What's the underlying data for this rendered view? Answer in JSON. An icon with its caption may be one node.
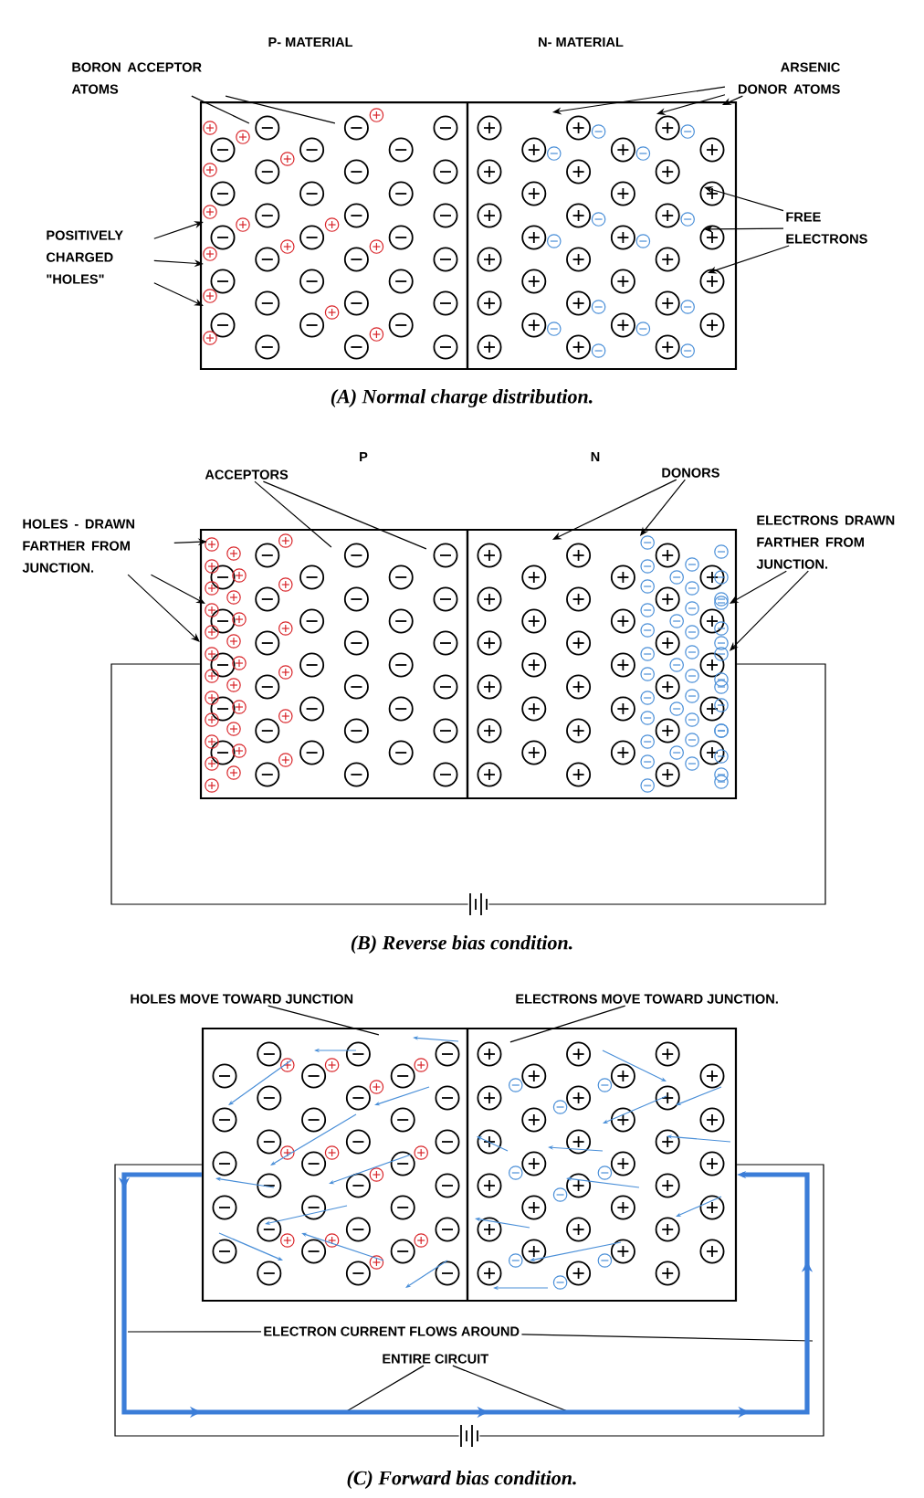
{
  "diagram": {
    "nodes": [
      {
        "text": [
          "P- MATERIAL"
        ]
      },
      {
        "text": [
          "N- MATERIAL"
        ]
      },
      {
        "text": [
          "BORON ACCEPTOR ATOMS"
        ]
      },
      {
        "text": [
          "ARSENIC DONOR ATOMS"
        ]
      },
      {
        "text": [
          "POSITIVELY CHARGED \"HOLES\""
        ]
      },
      {
        "text": [
          "FREE ELECTRONS"
        ]
      },
      {
        "text": [],
        "shape": "box"
      },
      {
        "text": [],
        "shape": "box"
      },
      {
        "text": [
          "ACCEPTORS"
        ]
      },
      {
        "text": [
          "DONORS"
        ]
      },
      {
        "text": [
          "HOLES - DRAWN FARTHER FROM JUNCTION."
        ]
      },
      {
        "text": [
          "ELECTRONS DRAWN FARTHER FROM JUNCTION."
        ]
      },
      {
        "text": [],
        "shape": "battery"
      },
      {
        "text": [],
        "shape": "box"
      },
      {
        "text": [],
        "shape": "box"
      },
      {
        "text": [
          "HOLES MOVE TOWARD JUNCTION"
        ]
      },
      {
        "text": [
          "ELECTRONS MOVE TOWARD JUNCTION."
        ]
      },
      {
        "text": [
          "ELECTRON CURRENT FLOWS AROUND"
        ]
      },
      {
        "text": [
          "ENTIRE CIRCUIT"
        ]
      },
      {
        "text": [],
        "shape": "battery"
      }
    ],
    "edges": [
      {
        "from": 2,
        "to": 0,
        "arrow": "none"
      },
      {
        "from": 2,
        "to": 0,
        "arrow": "none"
      },
      {
        "from": 3,
        "to": 1,
        "arrow": "to"
      },
      {
        "from": 3,
        "to": 1,
        "arrow": "to"
      },
      {
        "from": 3,
        "to": 1,
        "arrow": "to"
      },
      {
        "from": 4,
        "to": 0,
        "arrow": "to"
      },
      {
        "from": 4,
        "to": 0,
        "arrow": "to"
      },
      {
        "from": 4,
        "to": 0,
        "arrow": "to"
      },
      {
        "from": 5,
        "to": 1,
        "arrow": "to"
      },
      {
        "from": 5,
        "to": 1,
        "arrow": "to"
      },
      {
        "from": 5,
        "to": 1,
        "arrow": "to"
      },
      {
        "from": 8,
        "to": 6,
        "arrow": "none"
      },
      {
        "from": 8,
        "to": 6,
        "arrow": "none"
      },
      {
        "from": 9,
        "to": 7,
        "arrow": "to"
      },
      {
        "from": 9,
        "to": 7,
        "arrow": "to"
      },
      {
        "from": 10,
        "to": 6,
        "arrow": "to"
      },
      {
        "from": 10,
        "to": 6,
        "arrow": "to"
      },
      {
        "from": 10,
        "to": 6,
        "arrow": "to"
      },
      {
        "from": 11,
        "to": 7,
        "arrow": "to"
      },
      {
        "from": 11,
        "to": 7,
        "arrow": "to"
      },
      {
        "from": 6,
        "to": 12,
        "arrow": "none"
      },
      {
        "from": 12,
        "to": 7,
        "arrow": "none"
      },
      {
        "from": 15,
        "to": 13,
        "arrow": "none"
      },
      {
        "from": 16,
        "to": 14,
        "arrow": "none"
      },
      {
        "from": 17,
        "to": null,
        "arrow": "none"
      },
      {
        "from": 17,
        "to": null,
        "arrow": "none"
      },
      {
        "from": 18,
        "to": null,
        "arrow": "none"
      },
      {
        "from": 18,
        "to": null,
        "arrow": "none"
      },
      {
        "from": 13,
        "to": 19,
        "arrow": "none"
      },
      {
        "from": 19,
        "to": 14,
        "arrow": "none"
      },
      {
        "from": 13,
        "to": 14,
        "arrow": "to",
        "style": "thick",
        "color": "#3b7dd8"
      }
    ],
    "labels": [
      "(A) Normal charge distribution.",
      "P",
      "N",
      "(B) Reverse bias condition.",
      "(C) Forward bias condition."
    ]
  }
}
